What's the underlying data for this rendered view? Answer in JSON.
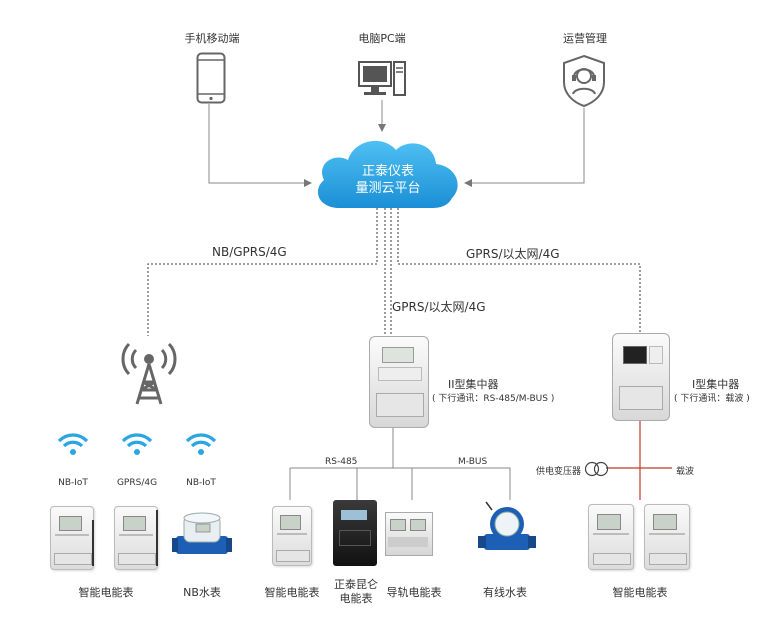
{
  "top": {
    "mobile_label": "手机移动端",
    "pc_label": "电脑PC端",
    "ops_label": "运营管理"
  },
  "cloud": {
    "line1": "正泰仪表",
    "line2": "量测云平台"
  },
  "links": {
    "left": "NB/GPRS/4G",
    "right": "GPRS/以太网/4G",
    "center": "GPRS/以太网/4G"
  },
  "concentrator_ii": {
    "title": "II型集中器",
    "sub": "( 下行通讯：RS-485/M-BUS )"
  },
  "concentrator_i": {
    "title": "I型集中器",
    "sub": "( 下行通讯：载波 )"
  },
  "bus": {
    "rs485": "RS-485",
    "mbus": "M-BUS",
    "transformer": "供电变压器",
    "carrier": "载波"
  },
  "wireless": [
    "NB-IoT",
    "GPRS/4G",
    "NB-IoT"
  ],
  "devices": {
    "left_meter": "智能电能表",
    "nb_water": "NB水表",
    "meter_485": "智能电能表",
    "kunlun_line1": "正泰昆仑",
    "kunlun_line2": "电能表",
    "rail_meter": "导轨电能表",
    "wired_water": "有线水表",
    "right_meter": "智能电能表"
  },
  "colors": {
    "cloud": "#29a3e3",
    "line": "#777777",
    "wifi": "#2aa6e6",
    "red_line": "#c0392b",
    "water_blue": "#1d5fb5"
  }
}
